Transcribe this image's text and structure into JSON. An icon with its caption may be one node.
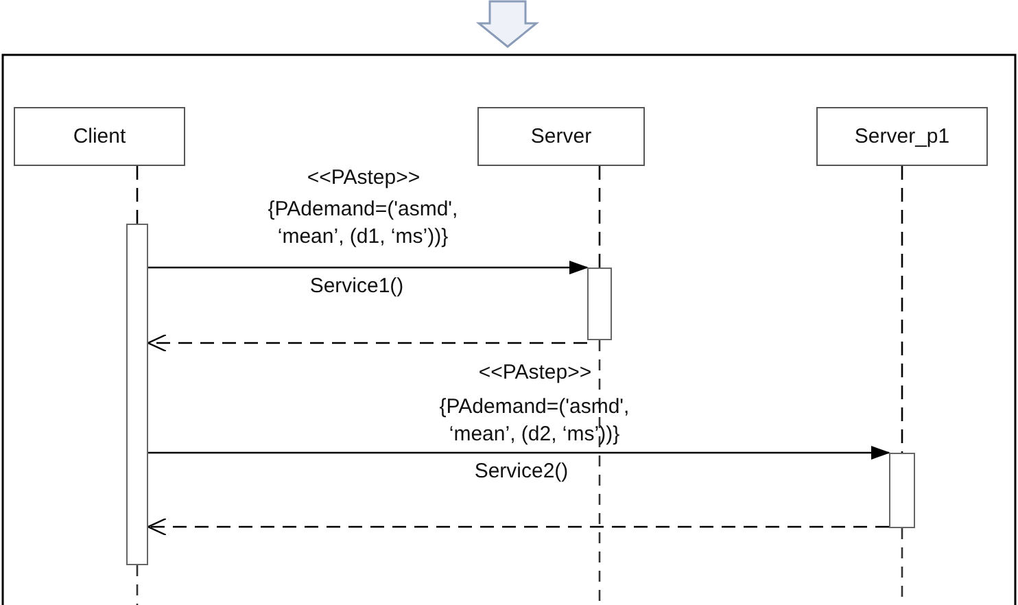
{
  "diagram": {
    "nodes": [
      {
        "text": [
          "Client"
        ]
      },
      {
        "text": [
          "Server"
        ]
      },
      {
        "text": [
          "Server_p1"
        ]
      },
      {
        "text": [],
        "shape": "bar"
      },
      {
        "text": [],
        "shape": "bar"
      },
      {
        "text": [],
        "shape": "bar"
      }
    ],
    "edges": [
      {
        "from": 0,
        "to": 3,
        "arrow": "none",
        "style": "dashed"
      },
      {
        "from": 1,
        "to": 4,
        "arrow": "none",
        "style": "dashed"
      },
      {
        "from": 2,
        "to": 5,
        "arrow": "none",
        "style": "dashed"
      },
      {
        "from": 3,
        "to": 4,
        "arrow": "to",
        "label": "Service1()"
      },
      {
        "from": 4,
        "to": 3,
        "arrow": "to",
        "style": "dashed"
      },
      {
        "from": 3,
        "to": 5,
        "arrow": "to",
        "label": "Service2()"
      },
      {
        "from": 5,
        "to": 3,
        "arrow": "to",
        "style": "dashed"
      }
    ],
    "labels": [
      "<<PAstep>>",
      "{PAdemand=('asmd', ‘mean’, (d1, ‘ms’))}",
      "<<PAstep>>",
      "{PAdemand=('asmd', ‘mean’, (d2, ‘ms’))}"
    ]
  }
}
